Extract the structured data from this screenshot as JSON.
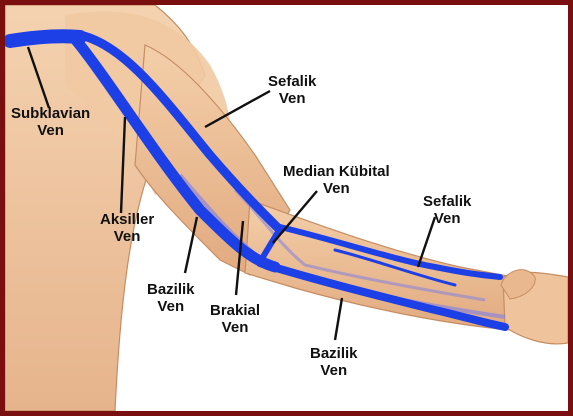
{
  "colors": {
    "frame": "#7a0f0f",
    "skin": "#f0c9a3",
    "skin_shade": "#dca67f",
    "vein": "#1d3fe6",
    "vein_deep": "#8a86d8",
    "leader": "#111111",
    "text": "#111111"
  },
  "labels": {
    "subclavian": {
      "line1": "Subklavian",
      "line2": "Ven"
    },
    "axillary": {
      "line1": "Aksiller",
      "line2": "Ven"
    },
    "cephalic_upper": {
      "line1": "Sefalik",
      "line2": "Ven"
    },
    "median_cubital": {
      "line1": "Median Kübital",
      "line2": "Ven"
    },
    "cephalic_lower": {
      "line1": "Sefalik",
      "line2": "Ven"
    },
    "basilic_upper": {
      "line1": "Bazilik",
      "line2": "Ven"
    },
    "brachial": {
      "line1": "Brakial",
      "line2": "Ven"
    },
    "basilic_lower": {
      "line1": "Bazilik",
      "line2": "Ven"
    }
  }
}
